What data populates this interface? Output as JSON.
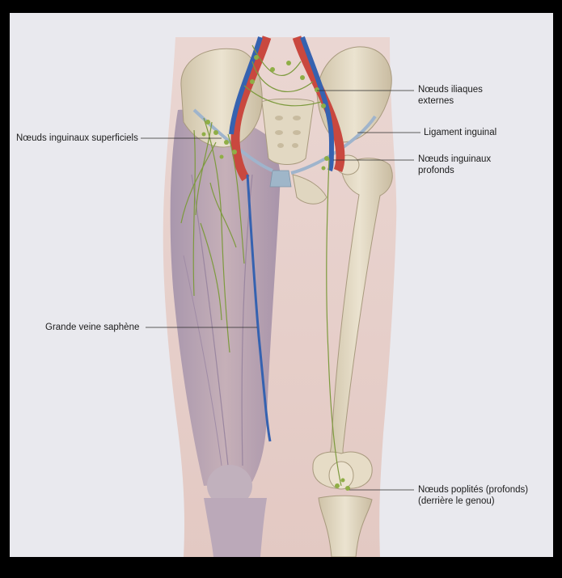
{
  "labels": {
    "iliac_nodes": [
      "Nœuds iliaques",
      "externes"
    ],
    "inguinal_ligament": "Ligament inguinal",
    "deep_inguinal_nodes": [
      "Nœuds inguinaux",
      "profonds"
    ],
    "superficial_inguinal_nodes": "Nœuds inguinaux superficiels",
    "great_saphenous_vein": "Grande veine saphène",
    "popliteal_nodes": [
      "Nœuds poplités (profonds)",
      "(derrière le genou)"
    ]
  },
  "colors": {
    "page_background": "#e9e9ee",
    "skin": "#e7cfc9",
    "muscle": "#b9a2b2",
    "bone": "#ddd3be",
    "artery": "#c9483f",
    "vein": "#3562b0",
    "lymph": "#7d9a3e"
  }
}
